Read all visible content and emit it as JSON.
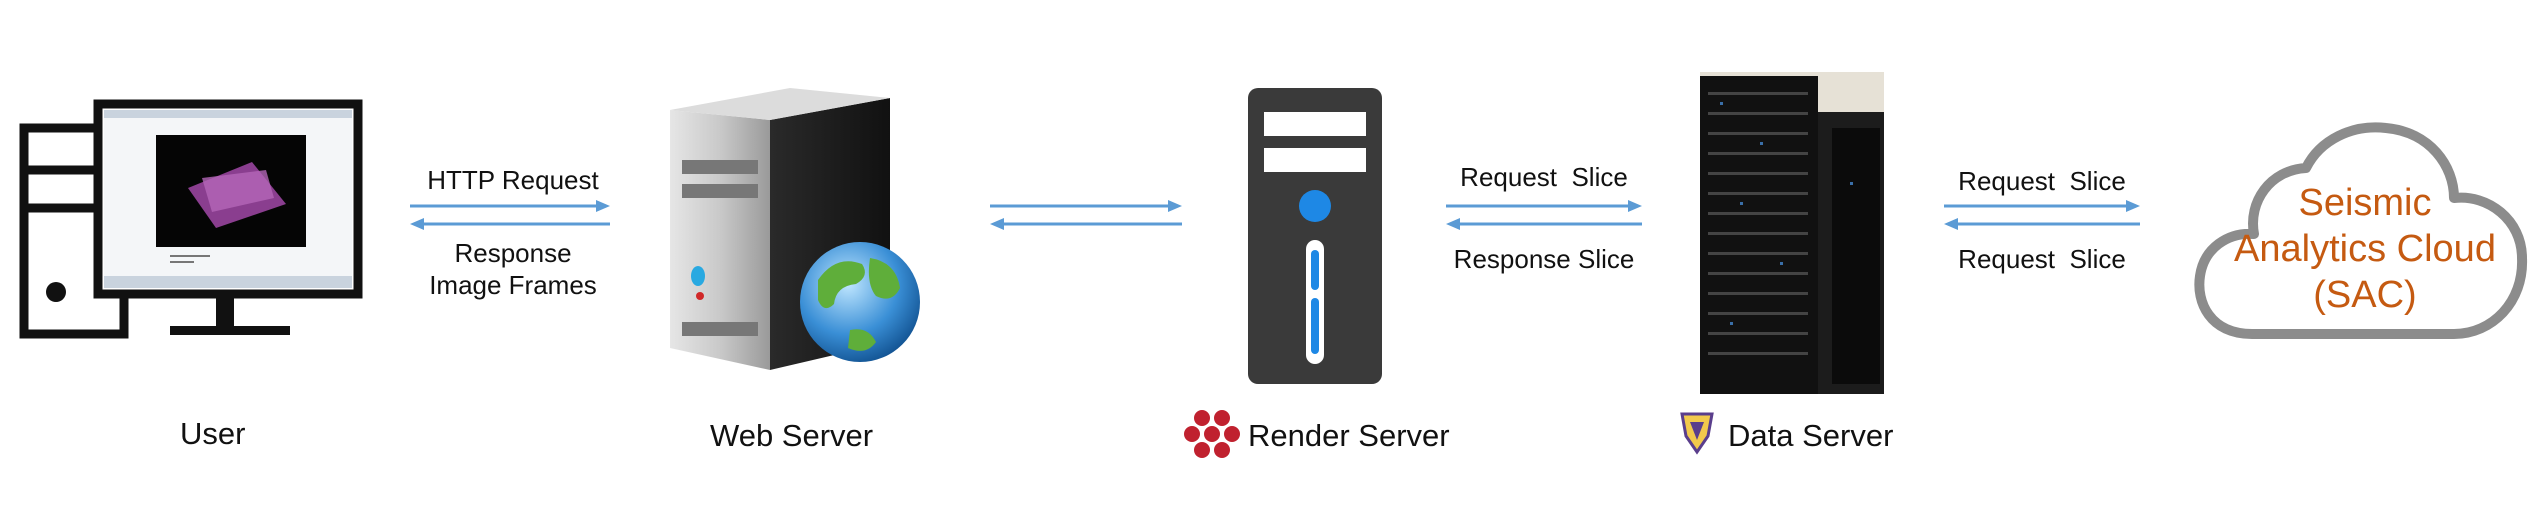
{
  "nodes": {
    "user": {
      "label": "User",
      "icon": "desktop-computer-icon"
    },
    "web_server": {
      "label": "Web Server",
      "icon": "web-server-globe-icon"
    },
    "render_server": {
      "label": "Render Server",
      "icon": "tower-server-icon",
      "logo": "render-server-logo"
    },
    "data_server": {
      "label": "Data Server",
      "icon": "server-rack-photo",
      "logo": "data-server-logo"
    },
    "cloud": {
      "line1": "Seismic",
      "line2": "Analytics Cloud",
      "line3": "(SAC)",
      "icon": "cloud-icon"
    }
  },
  "links": {
    "user_web": {
      "top": "HTTP Request",
      "bottom_line1": "Response",
      "bottom_line2": "Image Frames"
    },
    "web_render": {
      "top": "",
      "bottom": ""
    },
    "render_data": {
      "top": "Request  Slice",
      "bottom": "Response Slice"
    },
    "data_cloud": {
      "top": "Request  Slice",
      "bottom": "Request  Slice"
    }
  },
  "colors": {
    "arrow": "#5b9bd5",
    "cloud_text": "#c55a11",
    "cloud_outline": "#8c8c8c",
    "logo_red": "#c0212f",
    "server_dark": "#3a3a3a",
    "render_blue": "#1e88e5"
  }
}
